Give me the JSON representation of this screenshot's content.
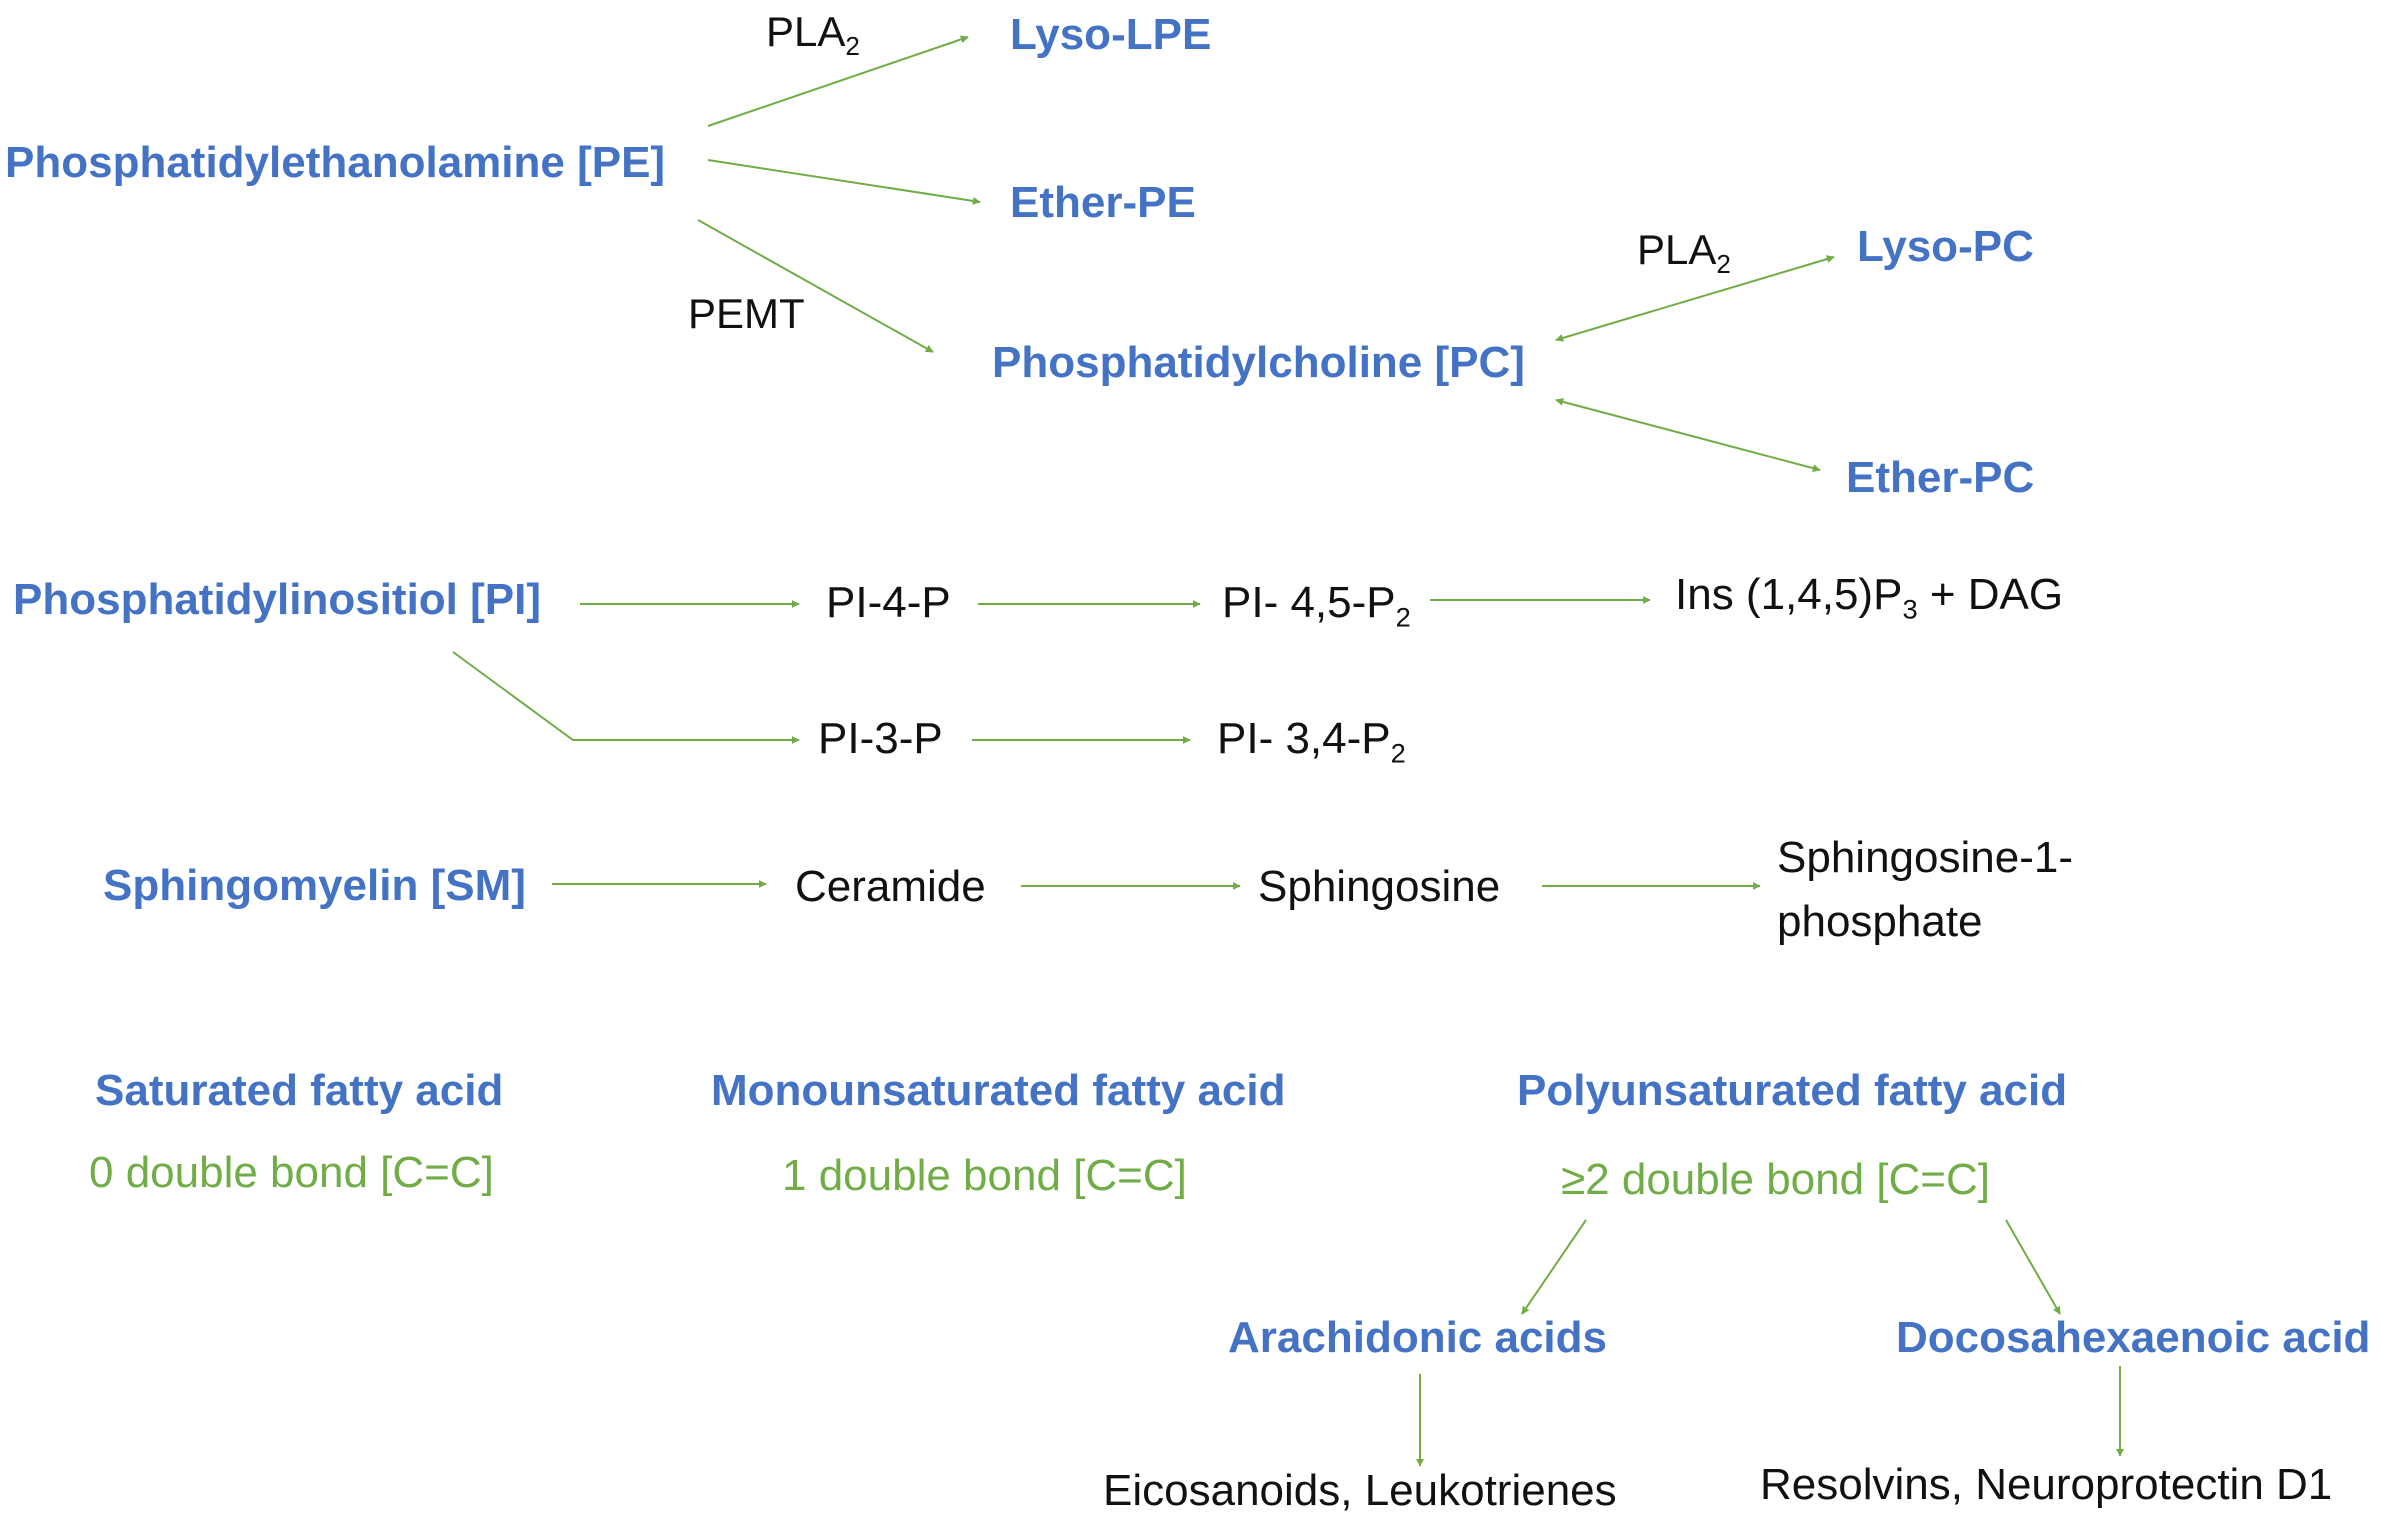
{
  "colors": {
    "lipid_class": "#4472c4",
    "metabolite": "#111111",
    "bond_info": "#70ad47",
    "arrow": "#70ad47"
  },
  "pe": {
    "name": "Phosphatidylethanolamine [PE]",
    "lyso": "Lyso-LPE",
    "ether": "Ether-PE",
    "pla2": {
      "base": "PLA",
      "sub": "2"
    },
    "pemt": "PEMT"
  },
  "pc": {
    "name": "Phosphatidylcholine [PC]",
    "lyso": "Lyso-PC",
    "ether": "Ether-PC",
    "pla2": {
      "base": "PLA",
      "sub": "2"
    }
  },
  "pi": {
    "name": "Phosphatidylinositiol [PI]",
    "pi4p": "PI-4-P",
    "pi45p2": {
      "base": "PI- 4,5-P",
      "sub": "2"
    },
    "ins": {
      "base": "Ins (1,4,5)P",
      "sub": "3",
      "suffix": " + DAG"
    },
    "pi3p": "PI-3-P",
    "pi34p2": {
      "base": "PI- 3,4-P",
      "sub": "2"
    }
  },
  "sm": {
    "name": "Sphingomyelin [SM]",
    "ceramide": "Ceramide",
    "sphingosine": "Sphingosine",
    "s1p": "Sphingosine-1-phosphate"
  },
  "fatty_acids": {
    "saturated": {
      "name": "Saturated fatty acid",
      "bonds": "0 double bond [C=C]"
    },
    "mono": {
      "name": "Monounsaturated fatty acid",
      "bonds": "1 double bond [C=C]"
    },
    "poly": {
      "name": "Polyunsaturated fatty acid",
      "bonds": "≥2 double bond [C=C]"
    },
    "arachidonic": {
      "name": "Arachidonic acids",
      "products": "Eicosanoids, Leukotrienes"
    },
    "dha": {
      "name": "Docosahexaenoic acid",
      "products": "Resolvins, Neuroprotectin D1"
    }
  }
}
